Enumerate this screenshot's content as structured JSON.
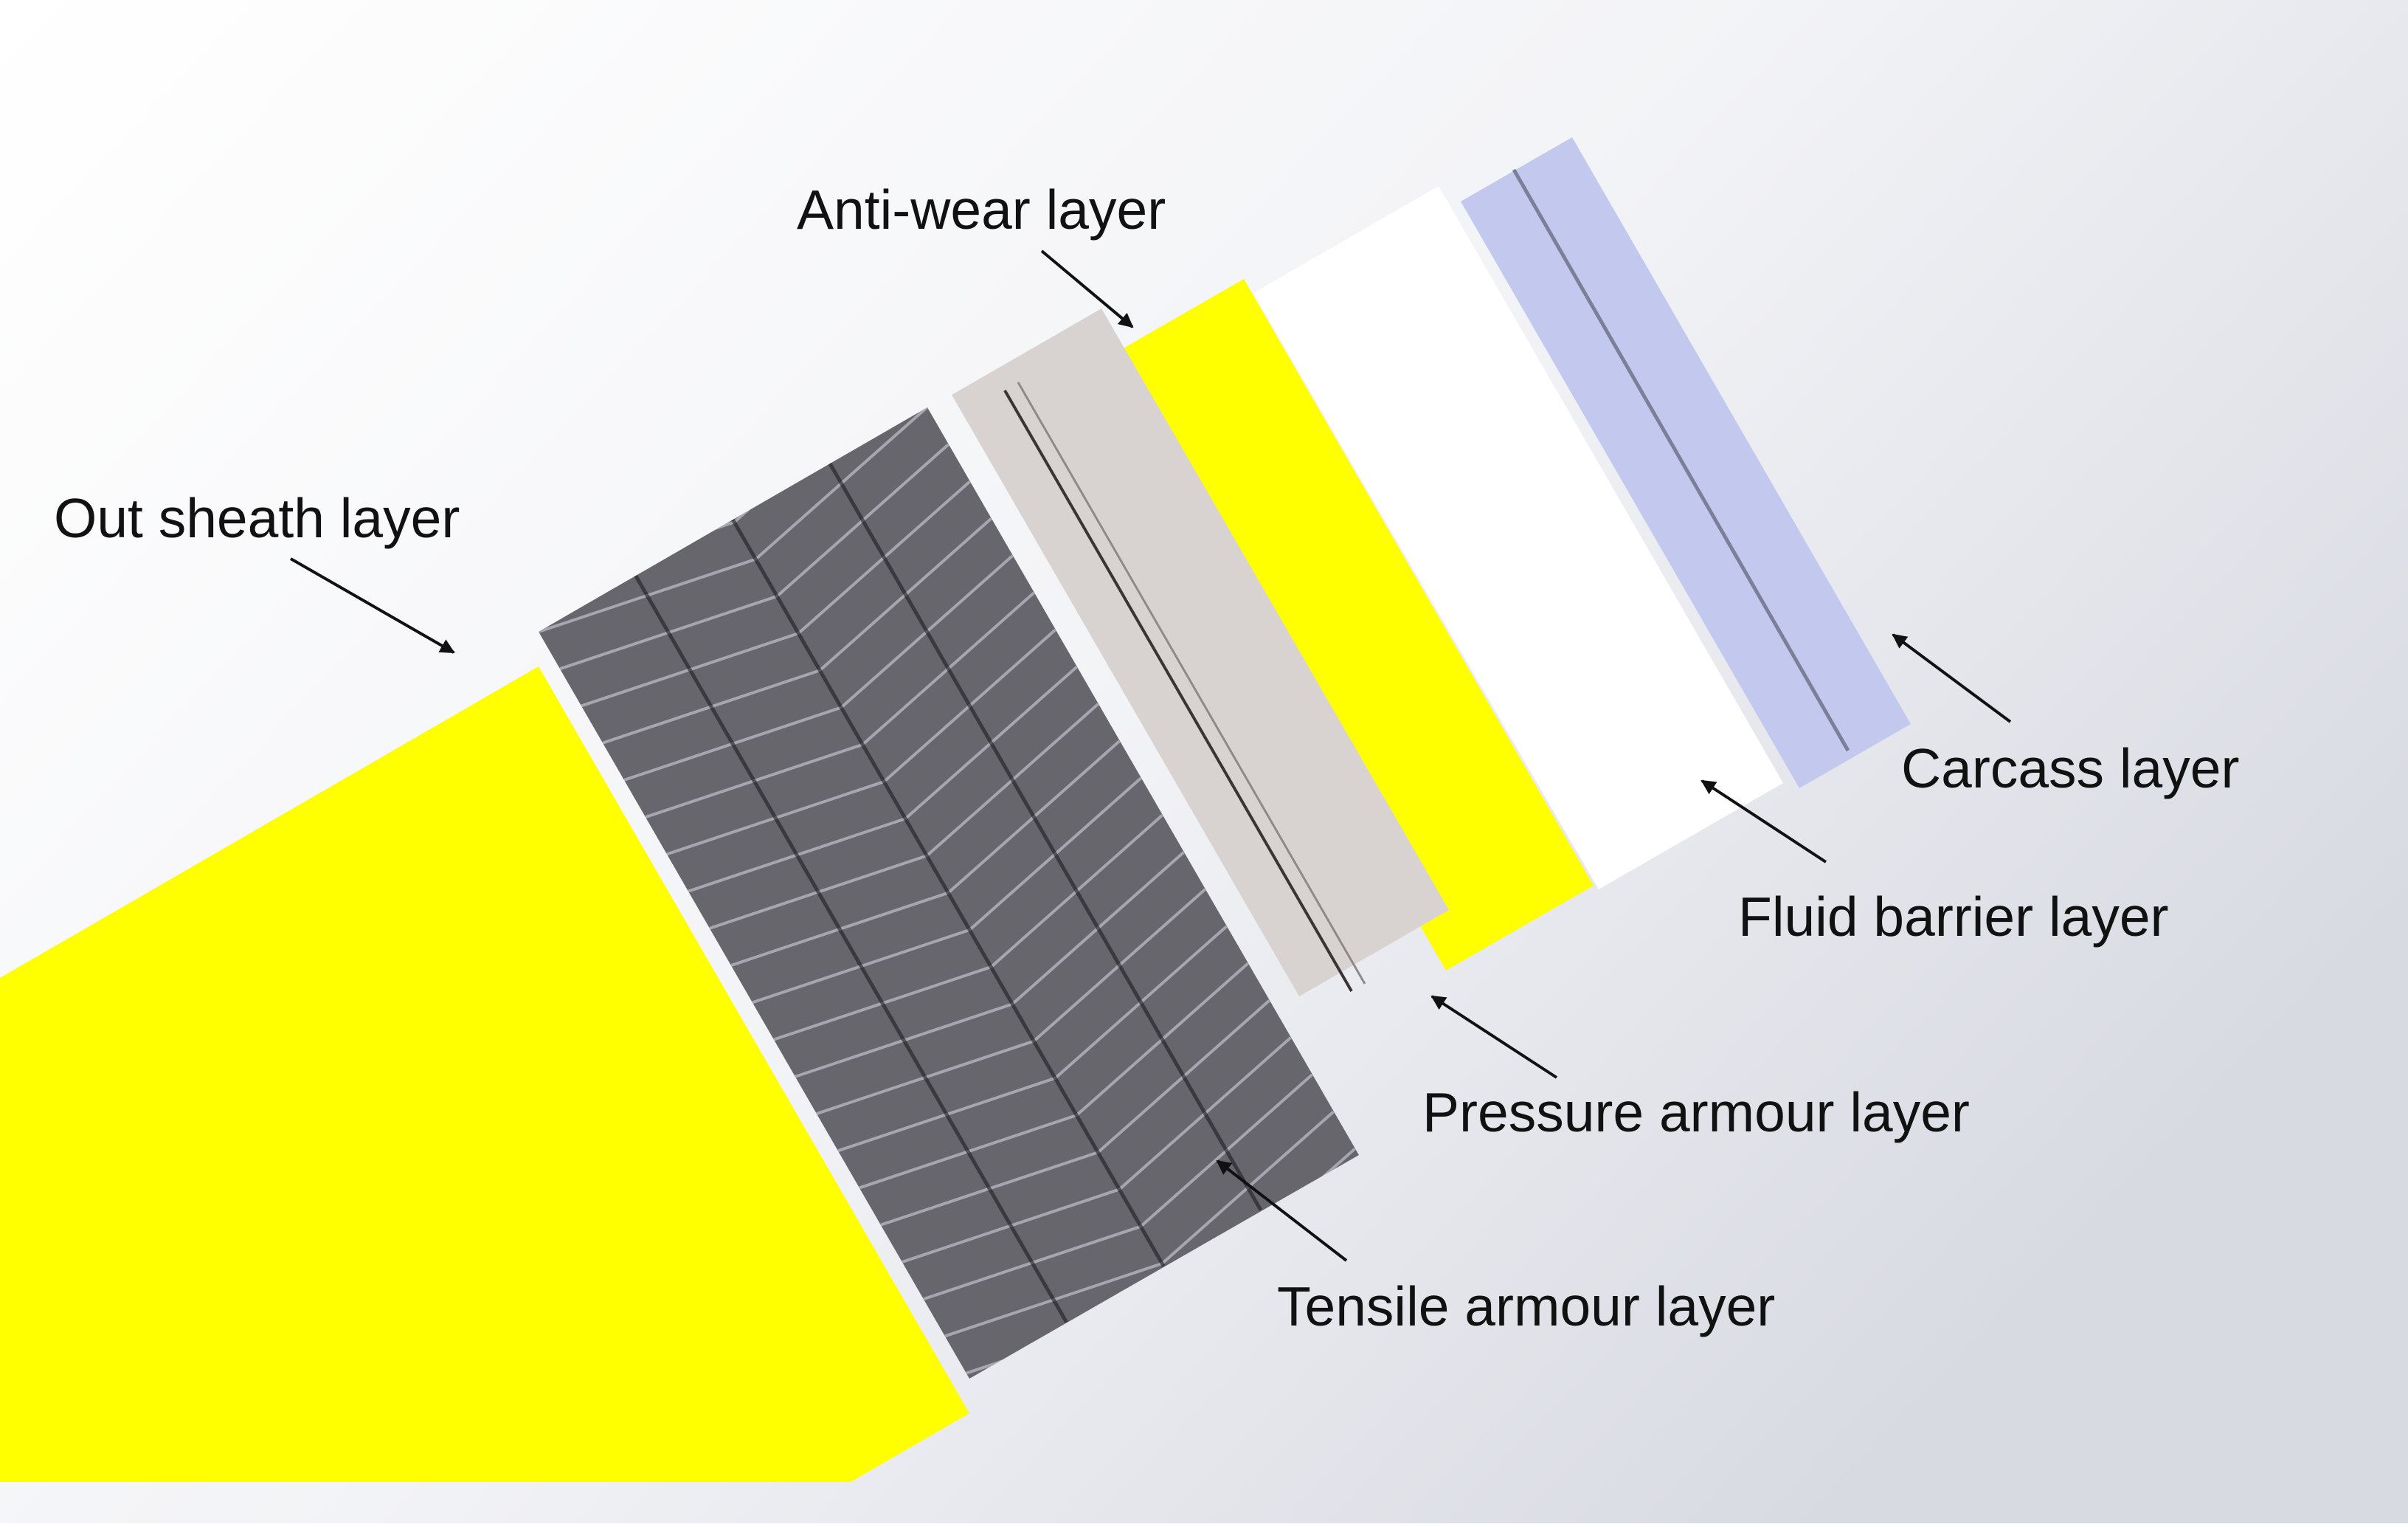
{
  "colors": {
    "background_light": "#f3f3f5",
    "background_shade": "#d5d7df",
    "outer_sheath": "#ffff00",
    "anti_wear": "#ffff00",
    "tensile_armour": "#3a3a3e",
    "pressure_armour": "#b8b0b0",
    "fluid_barrier": "#f4f4f6",
    "carcass": "#b8bfe6",
    "label_text": "#111111",
    "arrow": "#111111"
  },
  "labels": {
    "anti_wear": "Anti-wear layer",
    "outer_sheath": "Out sheath layer",
    "carcass": "Carcass layer",
    "fluid_barrier": "Fluid barrier layer",
    "pressure_armour": "Pressure armour layer",
    "tensile_armour": "Tensile armour layer"
  }
}
